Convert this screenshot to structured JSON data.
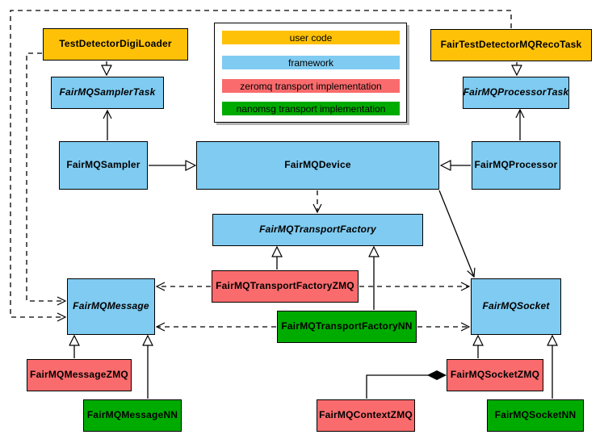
{
  "legend": {
    "items": [
      {
        "label": "user code",
        "category": "user",
        "color": "#FFC107"
      },
      {
        "label": "framework",
        "category": "framework",
        "color": "#7FCBF1"
      },
      {
        "label": "zeromq transport implementation",
        "category": "zeromq",
        "color": "#FA6B6D"
      },
      {
        "label": "nanomsg transport implementation",
        "category": "nanomsg",
        "color": "#00AB00"
      }
    ]
  },
  "nodes": {
    "testDetectorDigiLoader": {
      "label": "TestDetectorDigiLoader",
      "category": "user",
      "abstract": false
    },
    "fairTestDetectorMQRecoTask": {
      "label": "FairTestDetectorMQRecoTask",
      "category": "user",
      "abstract": false
    },
    "fairMQSamplerTask": {
      "label": "FairMQSamplerTask",
      "category": "framework",
      "abstract": true
    },
    "fairMQProcessorTask": {
      "label": "FairMQProcessorTask",
      "category": "framework",
      "abstract": true
    },
    "fairMQSampler": {
      "label": "FairMQSampler",
      "category": "framework",
      "abstract": false
    },
    "fairMQDevice": {
      "label": "FairMQDevice",
      "category": "framework",
      "abstract": false
    },
    "fairMQProcessor": {
      "label": "FairMQProcessor",
      "category": "framework",
      "abstract": false
    },
    "fairMQTransportFactory": {
      "label": "FairMQTransportFactory",
      "category": "framework",
      "abstract": true
    },
    "fairMQTransportFactoryZMQ": {
      "label": "FairMQTransportFactoryZMQ",
      "category": "zeromq",
      "abstract": false
    },
    "fairMQTransportFactoryNN": {
      "label": "FairMQTransportFactoryNN",
      "category": "nanomsg",
      "abstract": false
    },
    "fairMQMessage": {
      "label": "FairMQMessage",
      "category": "framework",
      "abstract": true
    },
    "fairMQSocket": {
      "label": "FairMQSocket",
      "category": "framework",
      "abstract": true
    },
    "fairMQMessageZMQ": {
      "label": "FairMQMessageZMQ",
      "category": "zeromq",
      "abstract": false
    },
    "fairMQMessageNN": {
      "label": "FairMQMessageNN",
      "category": "nanomsg",
      "abstract": false
    },
    "fairMQSocketZMQ": {
      "label": "FairMQSocketZMQ",
      "category": "zeromq",
      "abstract": false
    },
    "fairMQSocketNN": {
      "label": "FairMQSocketNN",
      "category": "nanomsg",
      "abstract": false
    },
    "fairMQContextZMQ": {
      "label": "FairMQContextZMQ",
      "category": "zeromq",
      "abstract": false
    }
  },
  "edges": [
    {
      "from": "TestDetectorDigiLoader",
      "to": "FairMQSamplerTask",
      "type": "inheritance"
    },
    {
      "from": "FairTestDetectorMQRecoTask",
      "to": "FairMQProcessorTask",
      "type": "inheritance"
    },
    {
      "from": "FairMQSampler",
      "to": "FairMQDevice",
      "type": "inheritance"
    },
    {
      "from": "FairMQProcessor",
      "to": "FairMQDevice",
      "type": "inheritance"
    },
    {
      "from": "FairMQSampler",
      "to": "FairMQSamplerTask",
      "type": "association"
    },
    {
      "from": "FairMQProcessor",
      "to": "FairMQProcessorTask",
      "type": "association"
    },
    {
      "from": "FairMQDevice",
      "to": "FairMQTransportFactory",
      "type": "dependency"
    },
    {
      "from": "FairMQDevice",
      "to": "FairMQSocket",
      "type": "association"
    },
    {
      "from": "FairMQTransportFactoryZMQ",
      "to": "FairMQTransportFactory",
      "type": "inheritance"
    },
    {
      "from": "FairMQTransportFactoryNN",
      "to": "FairMQTransportFactory",
      "type": "inheritance"
    },
    {
      "from": "FairMQTransportFactoryZMQ",
      "to": "FairMQMessage",
      "type": "dependency"
    },
    {
      "from": "FairMQTransportFactoryZMQ",
      "to": "FairMQSocket",
      "type": "dependency"
    },
    {
      "from": "FairMQTransportFactoryNN",
      "to": "FairMQMessage",
      "type": "dependency"
    },
    {
      "from": "FairMQTransportFactoryNN",
      "to": "FairMQSocket",
      "type": "dependency"
    },
    {
      "from": "FairMQMessageZMQ",
      "to": "FairMQMessage",
      "type": "inheritance"
    },
    {
      "from": "FairMQMessageNN",
      "to": "FairMQMessage",
      "type": "inheritance"
    },
    {
      "from": "FairMQSocketZMQ",
      "to": "FairMQSocket",
      "type": "inheritance"
    },
    {
      "from": "FairMQSocketNN",
      "to": "FairMQSocket",
      "type": "inheritance"
    },
    {
      "from": "TestDetectorDigiLoader",
      "to": "FairMQMessage",
      "type": "dependency"
    },
    {
      "from": "FairTestDetectorMQRecoTask",
      "to": "FairMQMessage",
      "type": "dependency"
    },
    {
      "from": "FairMQContextZMQ",
      "to": "FairMQSocketZMQ",
      "type": "composition"
    }
  ]
}
